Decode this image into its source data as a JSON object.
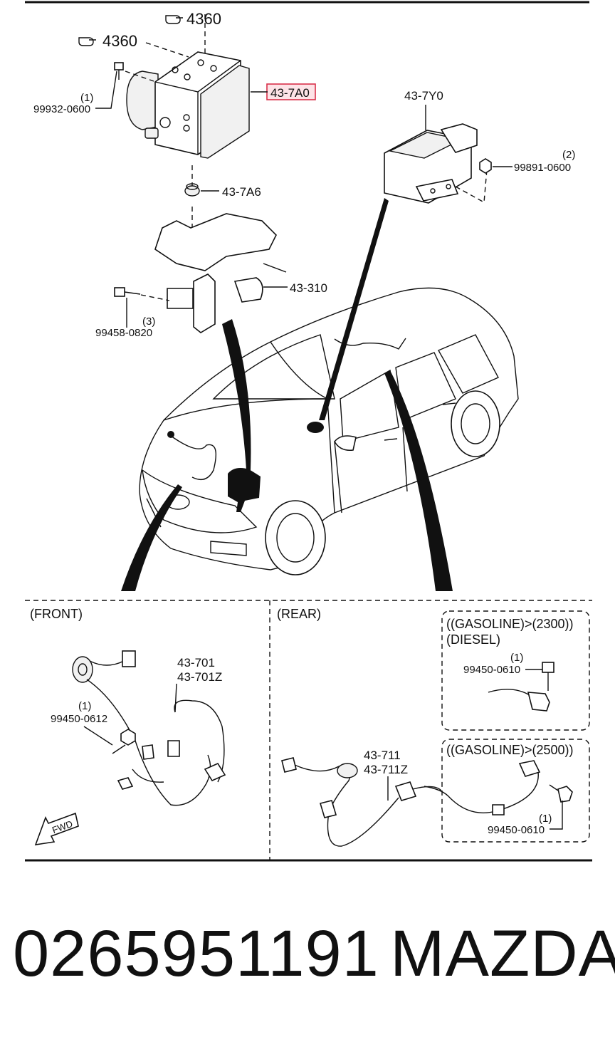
{
  "parts": {
    "ref_4360_a": "4360",
    "ref_4360_b": "4360",
    "hcu": "43-7A0",
    "hcu_bolt_qty": "(1)",
    "hcu_bolt": "99932-0600",
    "insulator": "43-7A6",
    "bracket": "43-310",
    "bracket_bolt_qty": "(3)",
    "bracket_bolt": "99458-0820",
    "sensor_unit": "43-7Y0",
    "sensor_nut_qty": "(2)",
    "sensor_nut": "99891-0600"
  },
  "front": {
    "title": "(FRONT)",
    "wire_a": "43-701",
    "wire_b": "43-701Z",
    "bolt_qty": "(1)",
    "bolt": "99450-0612",
    "fwd": "FWD"
  },
  "rear": {
    "title": "(REAR)",
    "wire_a": "43-711",
    "wire_b": "43-711Z",
    "box1_line1": "((GASOLINE)>(2300))",
    "box1_line2": "(DIESEL)",
    "box1_bolt_qty": "(1)",
    "box1_bolt": "99450-0610",
    "box2_line1": "((GASOLINE)>(2500))",
    "box2_bolt_qty": "(1)",
    "box2_bolt": "99450-0610"
  },
  "footer": {
    "part_number": "0265951191",
    "brand": "MAZDA"
  },
  "colors": {
    "line": "#111111",
    "highlight_border": "#d9304a",
    "highlight_fill": "#fde3e7",
    "background": "#ffffff"
  }
}
